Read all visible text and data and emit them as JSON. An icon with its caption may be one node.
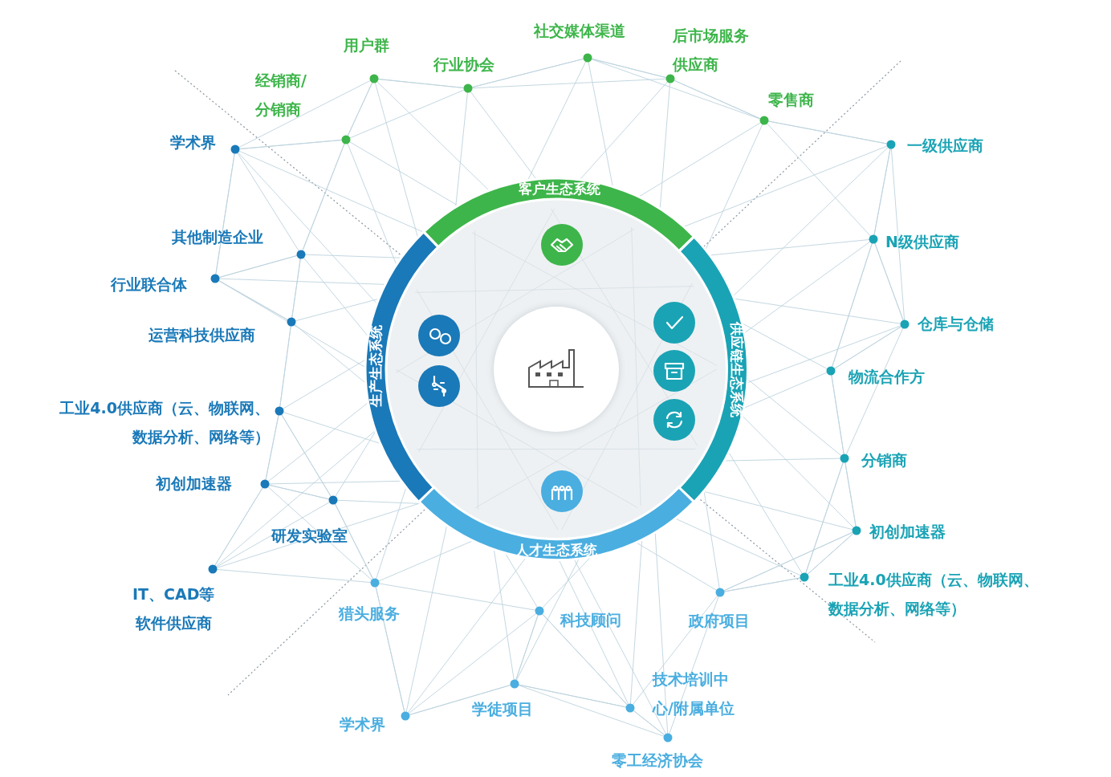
{
  "diagram": {
    "nodes": [
      {
        "text": [],
        "shape": "circle"
      },
      {
        "text": [
          "客户生态系统"
        ]
      },
      {
        "text": [
          "生产生态系统"
        ]
      },
      {
        "text": [
          "供应链生态系统"
        ]
      },
      {
        "text": [
          "人才生态系统"
        ]
      }
    ],
    "edges": [],
    "labels": [
      "社交媒体渠道",
      "后市场服务供应商",
      "用户群",
      "行业协会",
      "经销商/分销商",
      "零售商",
      "学术界",
      "其他制造企业",
      "行业联合体",
      "运营科技供应商",
      "工业4.0供应商（云、物联网、数据分析、网络等）",
      "初创加速器",
      "研发实验室",
      "IT、CAD等软件供应商",
      "一级供应商",
      "N级供应商",
      "仓库与仓储",
      "物流合作方",
      "分销商",
      "初创加速器",
      "工业4.0供应商（云、物联网、数据分析、网络等）",
      "猎头服务",
      "科技顾问",
      "政府项目",
      "技术培训中心/附属单位",
      "学徒项目",
      "学术界",
      "零工经济协会"
    ]
  }
}
